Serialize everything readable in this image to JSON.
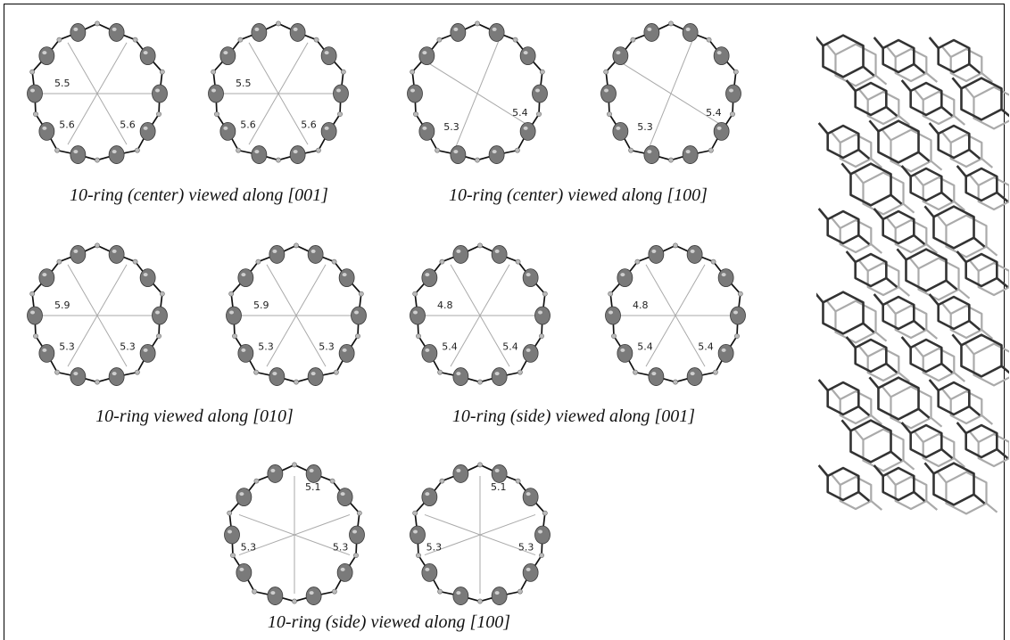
{
  "groups": [
    {
      "caption": "10-ring (center) viewed along [001]",
      "labels": [
        {
          "text": "5.5",
          "angle": 0
        },
        {
          "text": "5.6",
          "angle": 60
        },
        {
          "text": "5.6",
          "angle": 120
        }
      ]
    },
    {
      "caption": "10-ring (center) viewed along [100]",
      "labels": [
        {
          "text": "5.4",
          "angle": 148
        },
        {
          "text": "5.3",
          "angle": 68
        }
      ]
    },
    {
      "caption": "10-ring viewed along [010]",
      "labels": [
        {
          "text": "5.9",
          "angle": 0
        },
        {
          "text": "5.3",
          "angle": 60
        },
        {
          "text": "5.3",
          "angle": 120
        }
      ]
    },
    {
      "caption": "10-ring (side) viewed along [001]",
      "labels": [
        {
          "text": "4.8",
          "angle": 0
        },
        {
          "text": "5.4",
          "angle": 60
        },
        {
          "text": "5.4",
          "angle": 120
        }
      ]
    },
    {
      "caption": "10-ring (side) viewed along [100]",
      "labels": [
        {
          "text": "5.1",
          "angle": 90
        },
        {
          "text": "5.3",
          "angle": 20
        },
        {
          "text": "5.3",
          "angle": 160
        }
      ]
    }
  ],
  "colors": {
    "atom": "#7a7a7a",
    "bond": "#111111",
    "axis": "#aaaaaa",
    "framework_dark": "#333333",
    "framework_light": "#aaaaaa"
  },
  "framework_image": "zeolite-framework-channel-view"
}
